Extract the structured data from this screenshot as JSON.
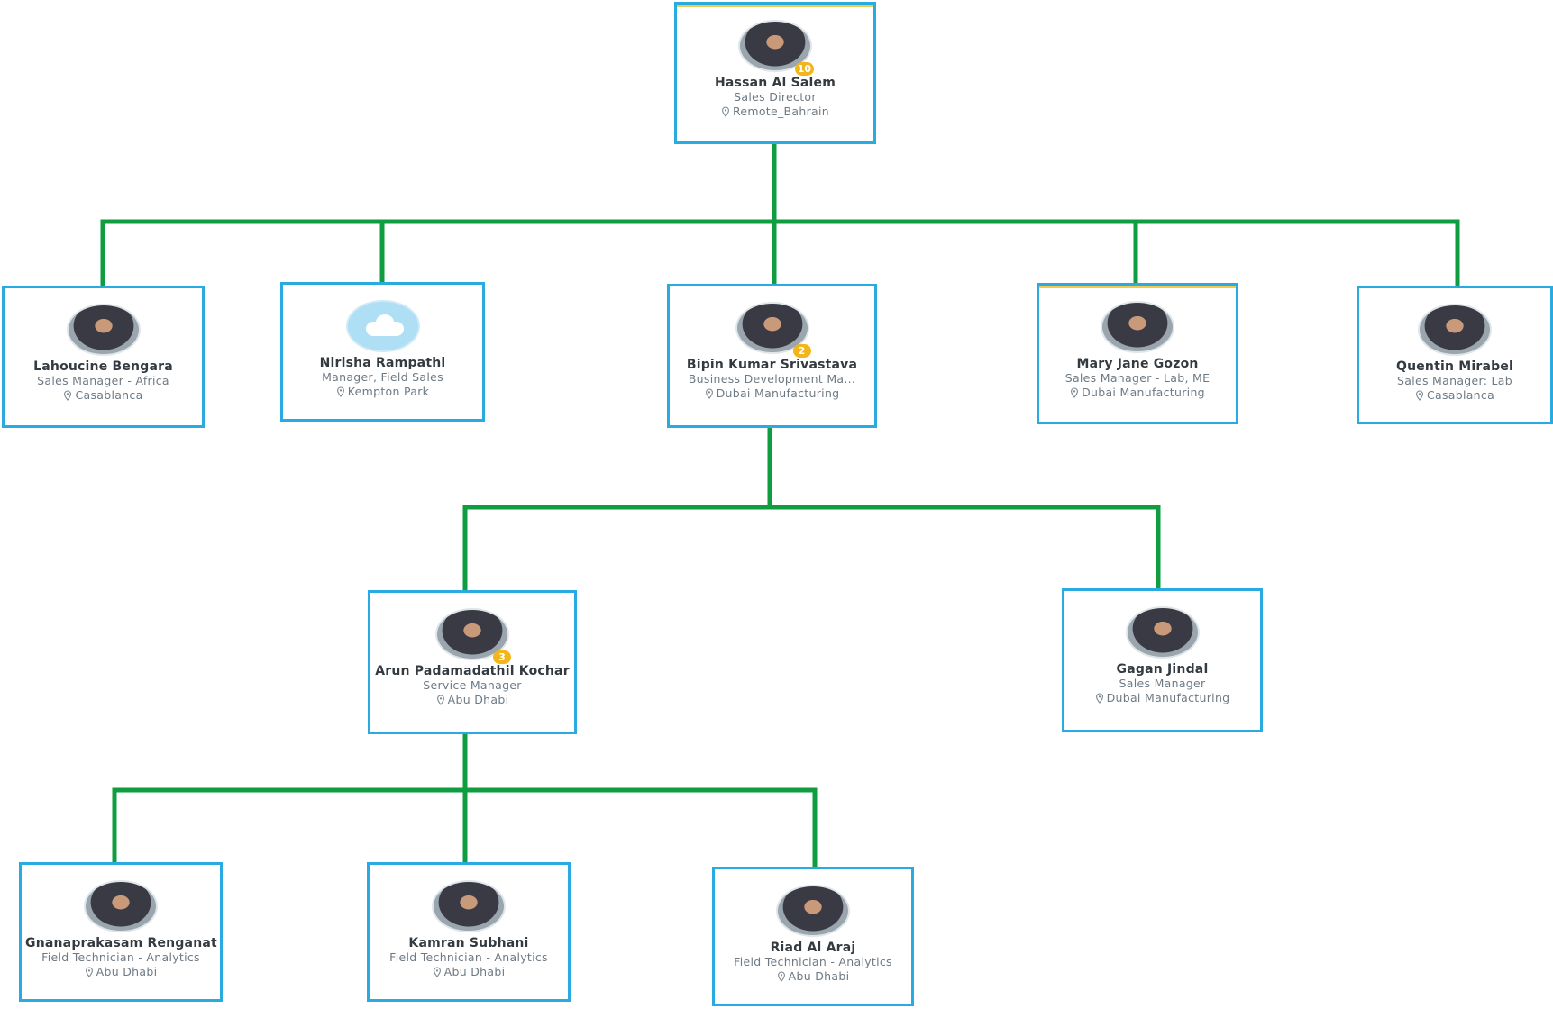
{
  "colors": {
    "connector": "#0f9d3f",
    "card_border": "#29abe2",
    "badge": "#f2b61b",
    "accent": "#f2c94c"
  },
  "people": {
    "hassan": {
      "name": "Hassan Al Salem",
      "title": "Sales Director",
      "location": "Remote_Bahrain",
      "badge": "10"
    },
    "lahoucine": {
      "name": "Lahoucine Bengara",
      "title": "Sales Manager - Africa",
      "location": "Casablanca"
    },
    "nirisha": {
      "name": "Nirisha Rampathi",
      "title": "Manager, Field Sales",
      "location": "Kempton Park"
    },
    "bipin": {
      "name": "Bipin Kumar Srivastava",
      "title": "Business Development Ma...",
      "location": "Dubai Manufacturing",
      "badge": "2"
    },
    "mary": {
      "name": "Mary Jane Gozon",
      "title": "Sales Manager - Lab, ME",
      "location": "Dubai Manufacturing"
    },
    "quentin": {
      "name": "Quentin Mirabel",
      "title": "Sales Manager: Lab",
      "location": "Casablanca"
    },
    "arun": {
      "name": "Arun Padamadathil Kochar",
      "title": "Service Manager",
      "location": "Abu Dhabi",
      "badge": "3"
    },
    "gagan": {
      "name": "Gagan Jindal",
      "title": "Sales Manager",
      "location": "Dubai Manufacturing"
    },
    "gnana": {
      "name": "Gnanaprakasam Renganat",
      "title": "Field Technician - Analytics",
      "location": "Abu Dhabi"
    },
    "kamran": {
      "name": "Kamran Subhani",
      "title": "Field Technician - Analytics",
      "location": "Abu Dhabi"
    },
    "riad": {
      "name": "Riad Al Araj",
      "title": "Field Technician - Analytics",
      "location": "Abu Dhabi"
    }
  }
}
